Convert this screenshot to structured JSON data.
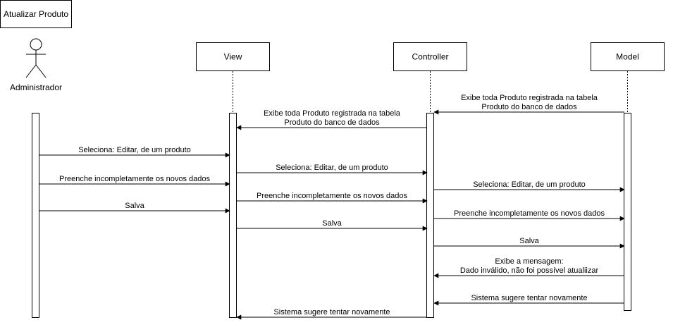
{
  "frame": {
    "title": "Atualizar Produto"
  },
  "participants": {
    "actor": {
      "label": "Administrador"
    },
    "view": {
      "label": "View"
    },
    "controller": {
      "label": "Controller"
    },
    "model": {
      "label": "Model"
    }
  },
  "messages": [
    {
      "from": "model",
      "to": "controller",
      "lines": [
        "Exibe toda Produto registrada na tabela",
        "Produto do banco de dados"
      ]
    },
    {
      "from": "controller",
      "to": "view",
      "lines": [
        "Exibe toda Produto registrada na tabela",
        "Produto do banco de dados"
      ]
    },
    {
      "from": "actor",
      "to": "view",
      "lines": [
        "Seleciona: Editar, de um produto"
      ]
    },
    {
      "from": "view",
      "to": "controller",
      "lines": [
        "Seleciona: Editar, de um produto"
      ]
    },
    {
      "from": "actor",
      "to": "view",
      "lines": [
        "Preenche incompletamente os novos dados"
      ]
    },
    {
      "from": "controller",
      "to": "model",
      "lines": [
        "Seleciona: Editar, de um produto"
      ]
    },
    {
      "from": "view",
      "to": "controller",
      "lines": [
        "Preenche incompletamente os novos dados"
      ]
    },
    {
      "from": "actor",
      "to": "view",
      "lines": [
        "Salva"
      ]
    },
    {
      "from": "controller",
      "to": "model",
      "lines": [
        "Preenche incompletamente os novos dados"
      ]
    },
    {
      "from": "view",
      "to": "controller",
      "lines": [
        "Salva"
      ]
    },
    {
      "from": "controller",
      "to": "model",
      "lines": [
        "Salva"
      ]
    },
    {
      "from": "model",
      "to": "controller",
      "lines": [
        "Exibe a mensagem:",
        "Dado inválido, não foi possível atualiizar"
      ]
    },
    {
      "from": "model",
      "to": "controller",
      "lines": [
        "Sistema sugere tentar novamente"
      ]
    },
    {
      "from": "controller",
      "to": "view",
      "lines": [
        "Sistema sugere tentar novamente"
      ]
    }
  ],
  "colors": {
    "stroke": "#000000",
    "background": "#ffffff"
  }
}
